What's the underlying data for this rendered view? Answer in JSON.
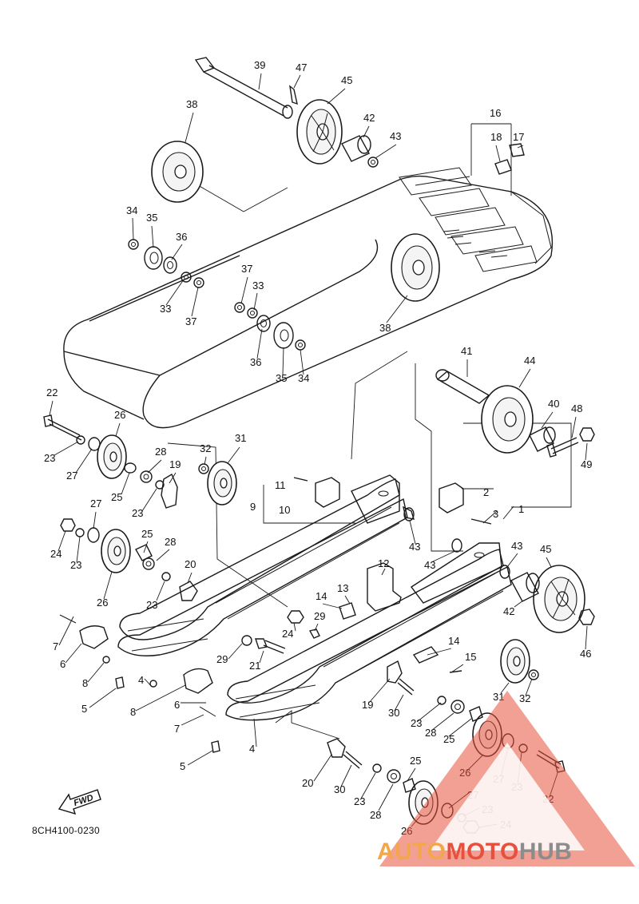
{
  "diagram": {
    "code": "8CH4100-0230",
    "fwd_label": "FWD",
    "colors": {
      "line": "#1a1a1a",
      "background": "#ffffff",
      "watermark_orange": "#f4a64a",
      "watermark_red": "#e8503d",
      "watermark_gray": "#8c8c8c"
    },
    "callouts": [
      {
        "id": "c39",
        "text": "39"
      },
      {
        "id": "c47",
        "text": "47"
      },
      {
        "id": "c45a",
        "text": "45"
      },
      {
        "id": "c38a",
        "text": "38"
      },
      {
        "id": "c42a",
        "text": "42"
      },
      {
        "id": "c43a",
        "text": "43"
      },
      {
        "id": "c16",
        "text": "16"
      },
      {
        "id": "c18",
        "text": "18"
      },
      {
        "id": "c17",
        "text": "17"
      },
      {
        "id": "c34a",
        "text": "34"
      },
      {
        "id": "c35a",
        "text": "35"
      },
      {
        "id": "c36a",
        "text": "36"
      },
      {
        "id": "c37a",
        "text": "37"
      },
      {
        "id": "c33a",
        "text": "33"
      },
      {
        "id": "c33b",
        "text": "33"
      },
      {
        "id": "c37b",
        "text": "37"
      },
      {
        "id": "c38b",
        "text": "38"
      },
      {
        "id": "c36b",
        "text": "36"
      },
      {
        "id": "c35b",
        "text": "35"
      },
      {
        "id": "c34b",
        "text": "34"
      },
      {
        "id": "c41",
        "text": "41"
      },
      {
        "id": "c44",
        "text": "44"
      },
      {
        "id": "c40",
        "text": "40"
      },
      {
        "id": "c48",
        "text": "48"
      },
      {
        "id": "c49",
        "text": "49"
      },
      {
        "id": "c22a",
        "text": "22"
      },
      {
        "id": "c26a",
        "text": "26"
      },
      {
        "id": "c23a",
        "text": "23"
      },
      {
        "id": "c27a",
        "text": "27"
      },
      {
        "id": "c32a",
        "text": "32"
      },
      {
        "id": "c31a",
        "text": "31"
      },
      {
        "id": "c28a",
        "text": "28"
      },
      {
        "id": "c19a",
        "text": "19"
      },
      {
        "id": "c25a",
        "text": "25"
      },
      {
        "id": "c23b",
        "text": "23"
      },
      {
        "id": "c11",
        "text": "11"
      },
      {
        "id": "c9",
        "text": "9"
      },
      {
        "id": "c10",
        "text": "10"
      },
      {
        "id": "c2",
        "text": "2"
      },
      {
        "id": "c3",
        "text": "3"
      },
      {
        "id": "c1",
        "text": "1"
      },
      {
        "id": "c27b",
        "text": "27"
      },
      {
        "id": "c24a",
        "text": "24"
      },
      {
        "id": "c23c",
        "text": "23"
      },
      {
        "id": "c25b",
        "text": "25"
      },
      {
        "id": "c28b",
        "text": "28"
      },
      {
        "id": "c43b",
        "text": "43"
      },
      {
        "id": "c43c",
        "text": "43"
      },
      {
        "id": "c43d",
        "text": "43"
      },
      {
        "id": "c45b",
        "text": "45"
      },
      {
        "id": "c26b",
        "text": "26"
      },
      {
        "id": "c23d",
        "text": "23"
      },
      {
        "id": "c20a",
        "text": "20"
      },
      {
        "id": "c12",
        "text": "12"
      },
      {
        "id": "c14a",
        "text": "14"
      },
      {
        "id": "c13",
        "text": "13"
      },
      {
        "id": "c29a",
        "text": "29"
      },
      {
        "id": "c24b",
        "text": "24"
      },
      {
        "id": "c42b",
        "text": "42"
      },
      {
        "id": "c46",
        "text": "46"
      },
      {
        "id": "c7a",
        "text": "7"
      },
      {
        "id": "c6a",
        "text": "6"
      },
      {
        "id": "c29b",
        "text": "29"
      },
      {
        "id": "c21",
        "text": "21"
      },
      {
        "id": "c14b",
        "text": "14"
      },
      {
        "id": "c15",
        "text": "15"
      },
      {
        "id": "c8a",
        "text": "8"
      },
      {
        "id": "c4a",
        "text": "4"
      },
      {
        "id": "c5a",
        "text": "5"
      },
      {
        "id": "c8b",
        "text": "8"
      },
      {
        "id": "c6b",
        "text": "6"
      },
      {
        "id": "c31b",
        "text": "31"
      },
      {
        "id": "c32b",
        "text": "32"
      },
      {
        "id": "c19b",
        "text": "19"
      },
      {
        "id": "c30a",
        "text": "30"
      },
      {
        "id": "c7b",
        "text": "7"
      },
      {
        "id": "c23e",
        "text": "23"
      },
      {
        "id": "c28c",
        "text": "28"
      },
      {
        "id": "c25c",
        "text": "25"
      },
      {
        "id": "c4b",
        "text": "4"
      },
      {
        "id": "c26c",
        "text": "26"
      },
      {
        "id": "c27c",
        "text": "27"
      },
      {
        "id": "c23f",
        "text": "23"
      },
      {
        "id": "c22b",
        "text": "22"
      },
      {
        "id": "c5b",
        "text": "5"
      },
      {
        "id": "c20b",
        "text": "20"
      },
      {
        "id": "c30b",
        "text": "30"
      },
      {
        "id": "c25d",
        "text": "25"
      },
      {
        "id": "c23g",
        "text": "23"
      },
      {
        "id": "c28d",
        "text": "28"
      },
      {
        "id": "c27d",
        "text": "27"
      },
      {
        "id": "c23h",
        "text": "23"
      },
      {
        "id": "c26d",
        "text": "26"
      },
      {
        "id": "c24c",
        "text": "24"
      }
    ]
  },
  "watermark": {
    "part1": "AUTO",
    "part2": "MOTO",
    "part3": "HUB"
  }
}
